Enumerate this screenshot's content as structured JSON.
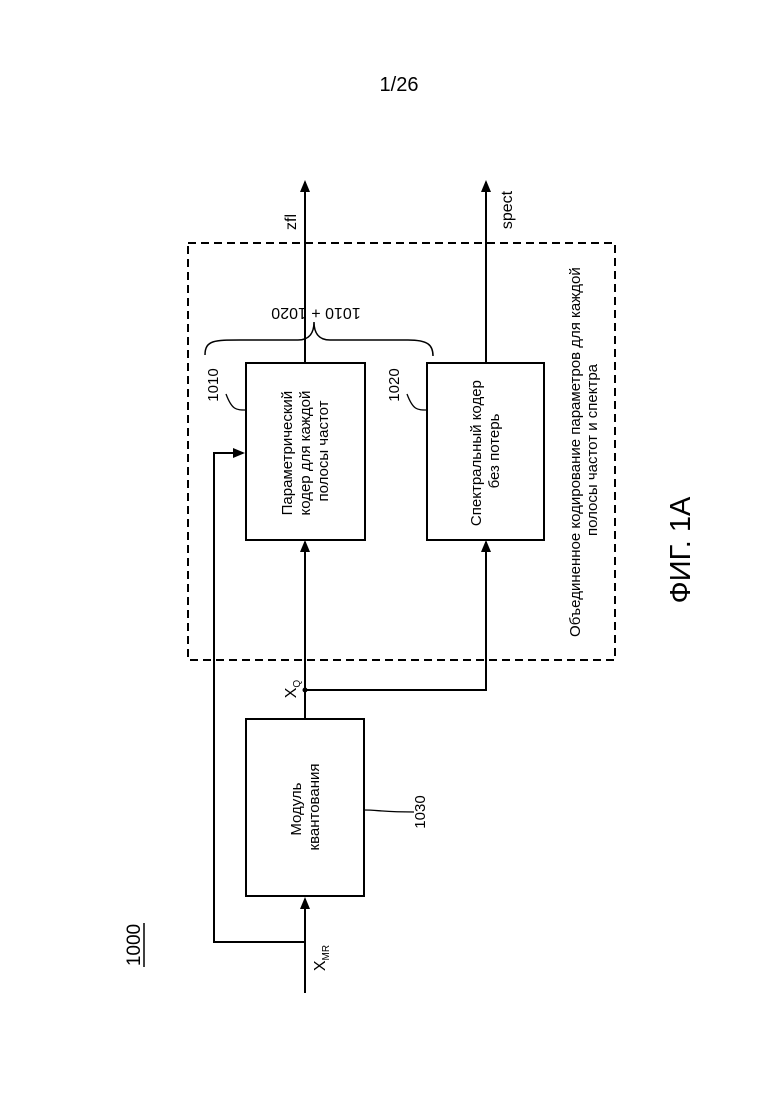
{
  "page_number": "1/26",
  "figure_ref": "1000",
  "figure_caption": "ФИГ. 1А",
  "blocks": {
    "param_coder": {
      "id": "1010",
      "lines": [
        "Параметрический",
        "кодер для каждой",
        "полосы частот"
      ]
    },
    "lossless_coder": {
      "id": "1020",
      "lines": [
        "Спектральный кодер",
        "без потерь"
      ]
    },
    "quantizer": {
      "id": "1030",
      "lines": [
        "Модуль",
        "квантования"
      ]
    }
  },
  "joint_block": {
    "label_lines": [
      "Объединенное кодирование параметров для каждой",
      "полосы частот и спектра"
    ],
    "brace_label": "1010 + 1020"
  },
  "signals": {
    "input": {
      "main": "X",
      "sub": "MR"
    },
    "quantized": {
      "main": "X",
      "sub": "Q"
    },
    "output_zfl": "zfl",
    "output_spect": "spect"
  }
}
